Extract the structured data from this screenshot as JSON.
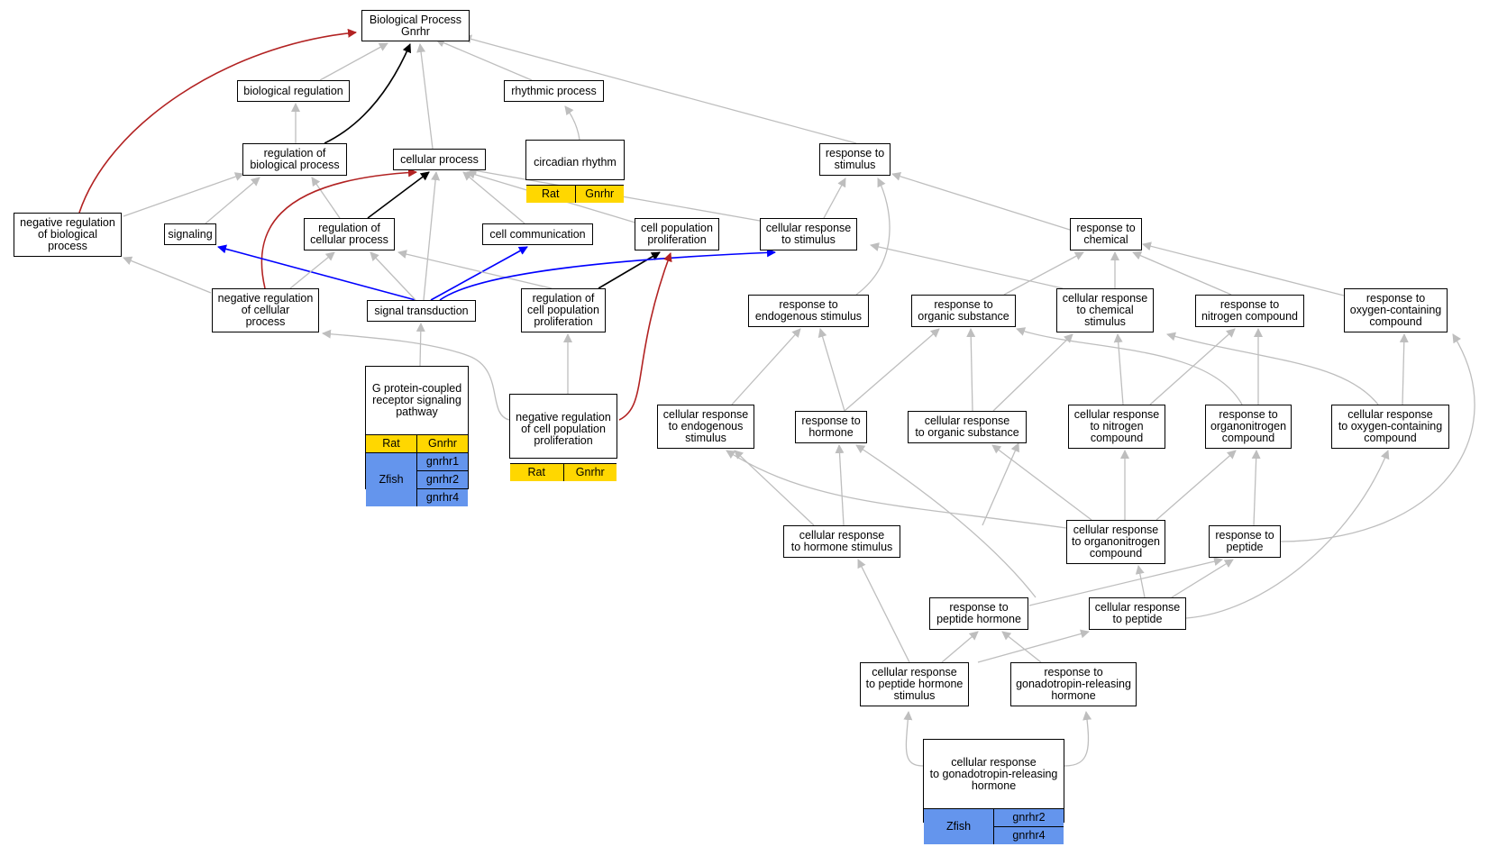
{
  "colors": {
    "gray": "#BEBEBE",
    "black": "#000000",
    "red": "#B22222",
    "blue": "#0000FF",
    "rat": "#FFD700",
    "zfish": "#6495ED"
  },
  "nodes": {
    "bp": "Biological Process\nGnrhr",
    "bioreg": "biological regulation",
    "rhythmic": "rhythmic process",
    "circadian": "circadian rhythm",
    "regbio": "regulation of\nbiological process",
    "cellproc": "cellular process",
    "respstim": "response to\nstimulus",
    "negbio": "negative regulation\nof biological\nprocess",
    "signaling": "signaling",
    "regcell": "regulation of\ncellular process",
    "cellcomm": "cell communication",
    "cellpop": "cell population\nproliferation",
    "cellrespstim": "cellular response\nto stimulus",
    "respchem": "response to\nchemical",
    "negcell": "negative regulation\nof cellular\nprocess",
    "sigtrans": "signal transduction",
    "regcellpop": "regulation of\ncell population\nproliferation",
    "respendo": "response to\nendogenous stimulus",
    "resporg": "response to\norganic substance",
    "cellrespchem": "cellular response\nto chemical\nstimulus",
    "respnitro": "response to\nnitrogen compound",
    "respoxy": "response to\noxygen-containing\ncompound",
    "gpcr": "G protein-coupled\nreceptor signaling\npathway",
    "negcellpop": "negative regulation\nof cell population\nproliferation",
    "cellrespendo": "cellular response\nto endogenous\nstimulus",
    "resphorm": "response to\nhormone",
    "cellresporg": "cellular response\nto organic substance",
    "cellrespnitro": "cellular response\nto nitrogen\ncompound",
    "resporganonitro": "response to\norganonitrogen\ncompound",
    "cellrespoxy": "cellular response\nto oxygen-containing\ncompound",
    "cellresphorm": "cellular response\nto hormone stimulus",
    "cellresporganonitro": "cellular response\nto organonitrogen\ncompound",
    "resppep": "response to\npeptide",
    "resppephorm": "response to\npeptide hormone",
    "cellresppep": "cellular response\nto peptide",
    "cellresppephorm": "cellular response\nto peptide hormone\nstimulus",
    "respgnrh": "response to\ngonadotropin-releasing\nhormone",
    "cellrespgnrh": "cellular response\nto gonadotropin-releasing\nhormone"
  },
  "annotations": {
    "circadian": {
      "rat": "Rat",
      "rat_gene": "Gnrhr"
    },
    "gpcr": {
      "rat": "Rat",
      "rat_gene": "Gnrhr",
      "zfish": "Zfish",
      "zfish_genes": [
        "gnrhr1",
        "gnrhr2",
        "gnrhr4"
      ]
    },
    "negcellpop": {
      "rat": "Rat",
      "rat_gene": "Gnrhr"
    },
    "cellrespgnrh": {
      "zfish": "Zfish",
      "zfish_genes": [
        "gnrhr2",
        "gnrhr4"
      ]
    }
  }
}
